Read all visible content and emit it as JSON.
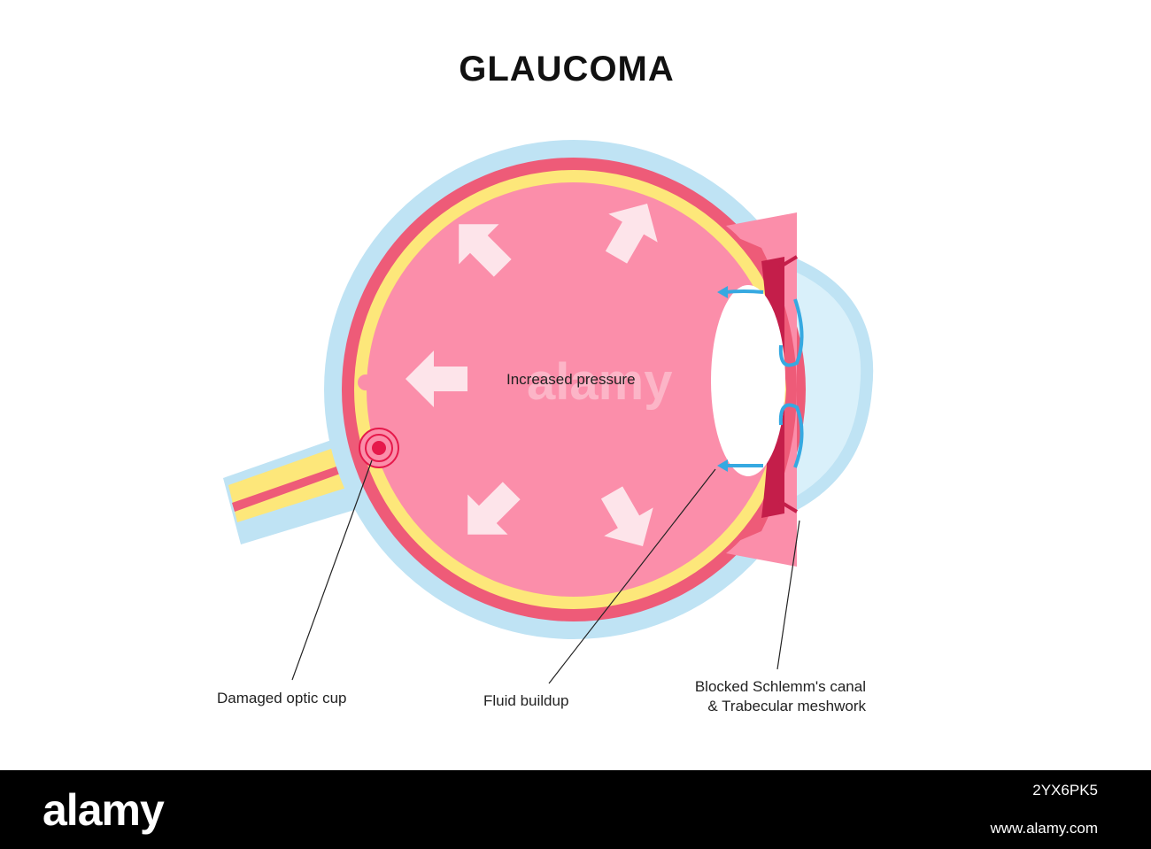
{
  "title": "GLAUCOMA",
  "labels": {
    "pressure": "Increased pressure",
    "cup": "Damaged optic cup",
    "fluid": "Fluid buildup",
    "blocked_line1": "Blocked Schlemm's canal",
    "blocked_line2": "& Trabecular meshwork"
  },
  "watermark": {
    "logo": "alamy",
    "center": "alamy",
    "image_id": "2YX6PK5",
    "url": "www.alamy.com"
  },
  "colors": {
    "sclera": "#bfe3f4",
    "choroid": "#ee5b78",
    "retina": "#fde77a",
    "vitreous": "#fb8eaa",
    "arrow": "#fde4ea",
    "flow": "#36a9e1",
    "lens": "#ffffff",
    "cornea": "#d9f0fa",
    "ciliary": "#c41e4a"
  },
  "icons": [
    "pressure-arrow-icon",
    "flow-arrow-icon",
    "damage-target-icon"
  ]
}
